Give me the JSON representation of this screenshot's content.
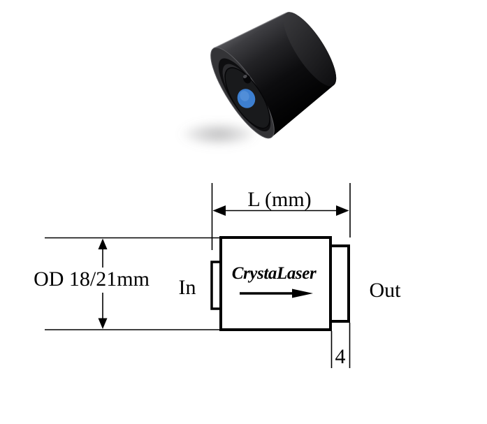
{
  "figure": {
    "type": "product-photo-with-dimension-diagram",
    "background": "#ffffff",
    "ink": "#000000"
  },
  "photo": {
    "alt": "Black cylindrical CrystaLaser laser head, front face with blue output aperture and small mounting hole",
    "body_highlight": "#5c5c60",
    "body_mid": "#232326",
    "body_dark": "#050506",
    "front_plate": "#191a1c",
    "aperture_blue": "#3d7fd0",
    "aperture_highlight": "#6ba2e2"
  },
  "diagram": {
    "length_dimension": "L (mm)",
    "od_dimension": "OD 18/21mm",
    "brand": "CrystaLaser",
    "input_label": "In",
    "output_label": "Out",
    "protrusion_dimension": "4"
  }
}
